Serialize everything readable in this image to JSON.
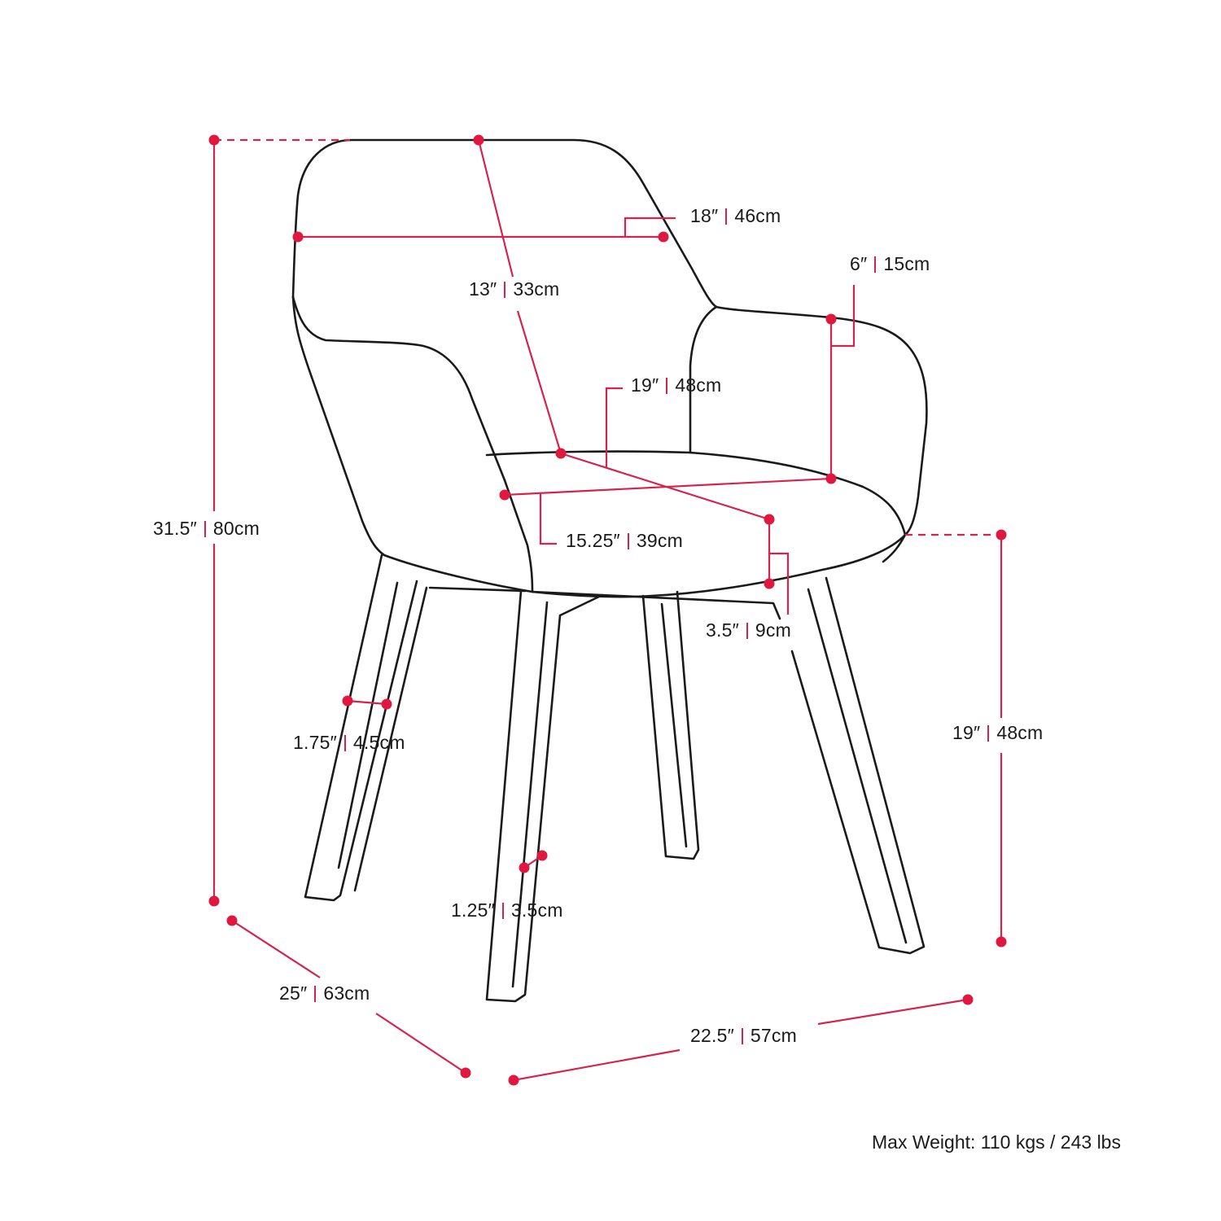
{
  "diagram": {
    "type": "product-dimension-drawing",
    "subject": "upholstered armchair with angled wooden legs",
    "accent_color": "#e0173f",
    "line_color": "#1a1a1a",
    "dimensions": {
      "overall_height": {
        "imperial": "31.5″",
        "metric": "80cm"
      },
      "back_width": {
        "imperial": "18″",
        "metric": "46cm"
      },
      "back_height": {
        "imperial": "13″",
        "metric": "33cm"
      },
      "arm_height": {
        "imperial": "6″",
        "metric": "15cm"
      },
      "seat_depth": {
        "imperial": "19″",
        "metric": "48cm"
      },
      "seat_width": {
        "imperial": "15.25″",
        "metric": "39cm"
      },
      "seat_thickness": {
        "imperial": "3.5″",
        "metric": "9cm"
      },
      "seat_height": {
        "imperial": "19″",
        "metric": "48cm"
      },
      "leg_width_top": {
        "imperial": "1.75″",
        "metric": "4.5cm"
      },
      "leg_width_bottom": {
        "imperial": "1.25″",
        "metric": "3.5cm"
      },
      "overall_depth": {
        "imperial": "25″",
        "metric": "63cm"
      },
      "overall_width": {
        "imperial": "22.5″",
        "metric": "57cm"
      }
    },
    "footer": {
      "max_weight": "Max Weight: 110 kgs / 243 lbs"
    }
  }
}
